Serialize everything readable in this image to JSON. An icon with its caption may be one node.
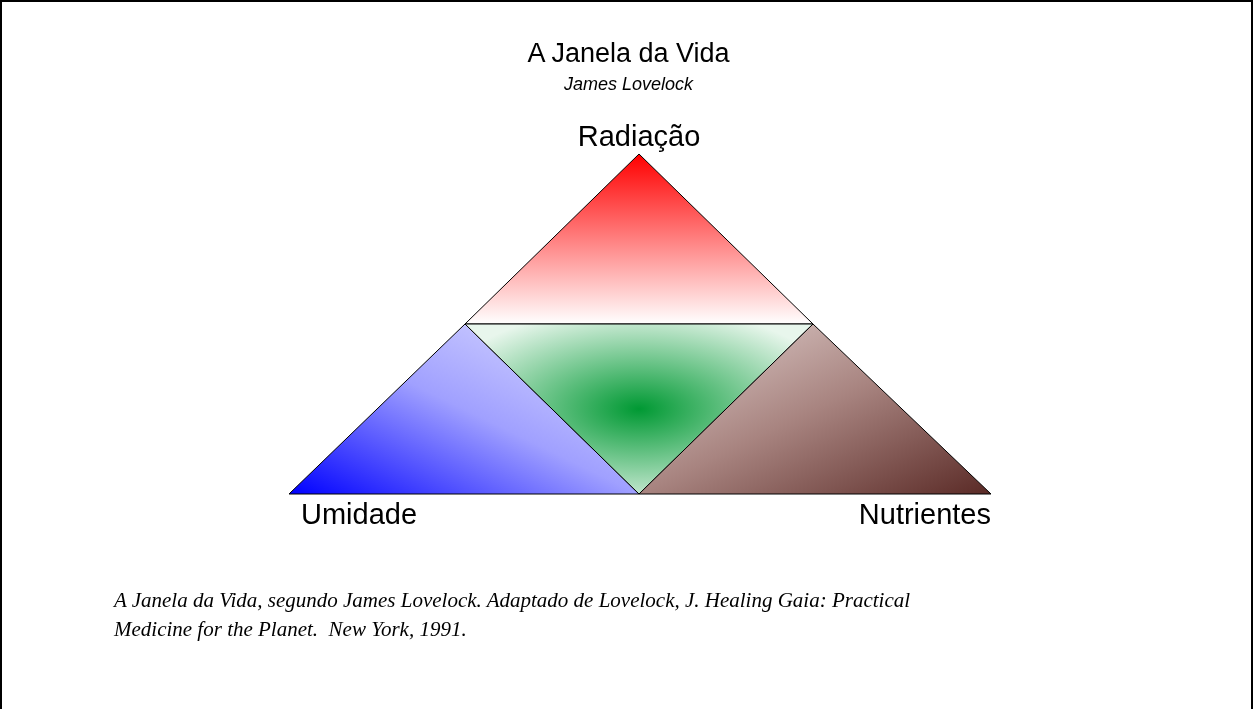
{
  "diagram": {
    "title": "A Janela da Vida",
    "caption": "A Janela da Vida, segundo James Lovelock. Adaptado de Lovelock, J. Healing Gaia: Practical Medicine for the Planet.  New York, 1991.",
    "nodes": [
      {
        "text": [
          "Radiação"
        ]
      },
      {
        "text": [
          "Umidade"
        ]
      },
      {
        "text": [],
        "shape": "triangle"
      },
      {
        "text": [
          "Nutrientes"
        ]
      }
    ],
    "labels": [
      "James Lovelock"
    ]
  }
}
